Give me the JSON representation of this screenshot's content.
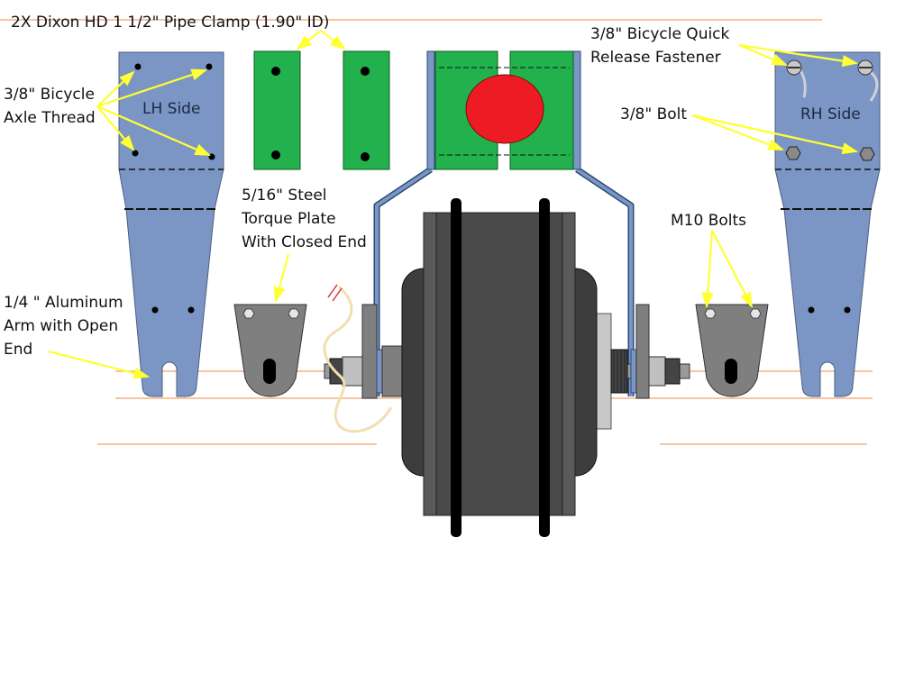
{
  "labels": {
    "pipe_clamp": "2X Dixon HD 1 1/2\" Pipe Clamp (1.90\" ID)",
    "quick_release": "3/8\" Bicycle Quick\nRelease Fastener",
    "axle_thread": "3/8\" Bicycle\nAxle Thread",
    "lh_side": "LH Side",
    "rh_side": "RH Side",
    "bolt_38": "3/8\" Bolt",
    "torque_plate": "5/16\" Steel\nTorque Plate\nWith Closed End",
    "m10_bolts": "M10 Bolts",
    "aluminum_arm": "1/4 \" Aluminum\nArm with Open\nEnd"
  },
  "colors": {
    "arm_blue": "#7b96c4",
    "clamp_green": "#22b14c",
    "red": "#ed1c24",
    "arrow_yellow": "#ffff33",
    "guide_orange": "#f5a06a",
    "steel_gray": "#7f7f7f",
    "motor_dark": "#3a3a3a"
  }
}
